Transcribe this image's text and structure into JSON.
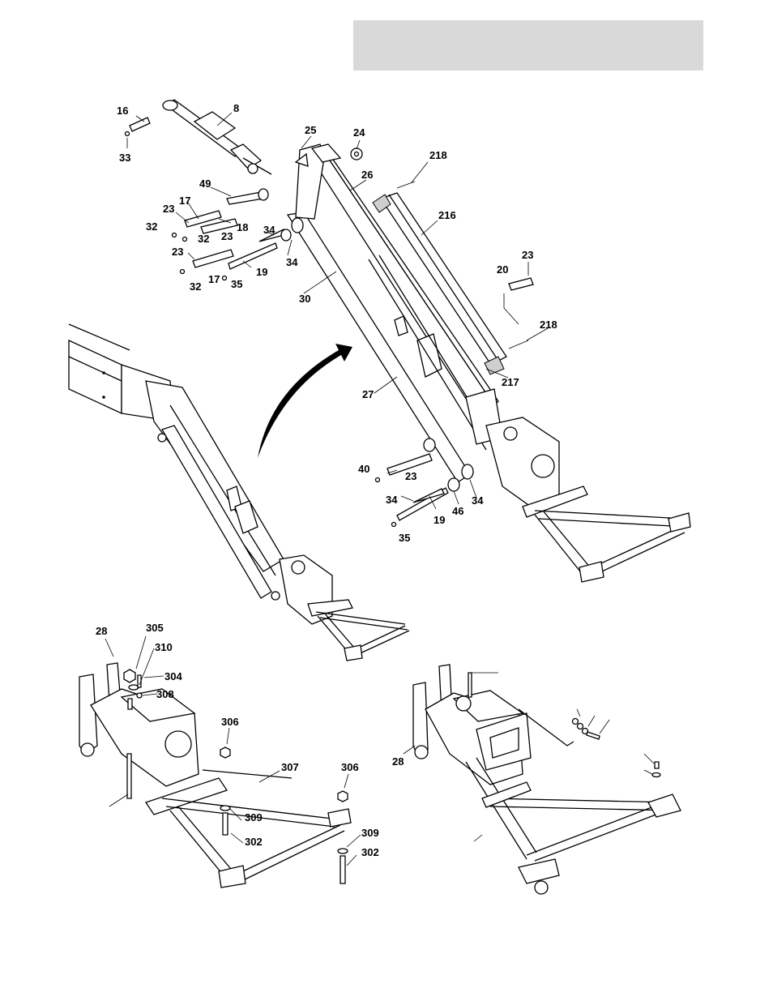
{
  "header_box": {
    "color": "#d9d9d9"
  },
  "labels": [
    {
      "id": "16a",
      "text": "16"
    },
    {
      "id": "8",
      "text": "8"
    },
    {
      "id": "33",
      "text": "33"
    },
    {
      "id": "25",
      "text": "25"
    },
    {
      "id": "24",
      "text": "24"
    },
    {
      "id": "218a",
      "text": "218"
    },
    {
      "id": "26",
      "text": "26"
    },
    {
      "id": "49",
      "text": "49"
    },
    {
      "id": "17a",
      "text": "17"
    },
    {
      "id": "23a",
      "text": "23"
    },
    {
      "id": "18",
      "text": "18"
    },
    {
      "id": "23b",
      "text": "23"
    },
    {
      "id": "32a",
      "text": "32"
    },
    {
      "id": "32b",
      "text": "32"
    },
    {
      "id": "34a",
      "text": "34"
    },
    {
      "id": "216",
      "text": "216"
    },
    {
      "id": "23c",
      "text": "23"
    },
    {
      "id": "19a",
      "text": "19"
    },
    {
      "id": "34b",
      "text": "34"
    },
    {
      "id": "17b",
      "text": "17"
    },
    {
      "id": "32c",
      "text": "32"
    },
    {
      "id": "35a",
      "text": "35"
    },
    {
      "id": "30",
      "text": "30"
    },
    {
      "id": "23d",
      "text": "23"
    },
    {
      "id": "20",
      "text": "20"
    },
    {
      "id": "218b",
      "text": "218"
    },
    {
      "id": "217",
      "text": "217"
    },
    {
      "id": "27",
      "text": "27"
    },
    {
      "id": "40",
      "text": "40"
    },
    {
      "id": "23e",
      "text": "23"
    },
    {
      "id": "34c",
      "text": "34"
    },
    {
      "id": "46",
      "text": "46"
    },
    {
      "id": "34d",
      "text": "34"
    },
    {
      "id": "19b",
      "text": "19"
    },
    {
      "id": "35b",
      "text": "35"
    },
    {
      "id": "28a",
      "text": "28"
    },
    {
      "id": "305",
      "text": "305"
    },
    {
      "id": "310",
      "text": "310"
    },
    {
      "id": "304",
      "text": "304"
    },
    {
      "id": "308",
      "text": "308"
    },
    {
      "id": "306a",
      "text": "306"
    },
    {
      "id": "307",
      "text": "307"
    },
    {
      "id": "306b",
      "text": "306"
    },
    {
      "id": "309a",
      "text": "309"
    },
    {
      "id": "302a",
      "text": "302"
    },
    {
      "id": "309b",
      "text": "309"
    },
    {
      "id": "302b",
      "text": "302"
    },
    {
      "id": "28b",
      "text": "28"
    }
  ]
}
